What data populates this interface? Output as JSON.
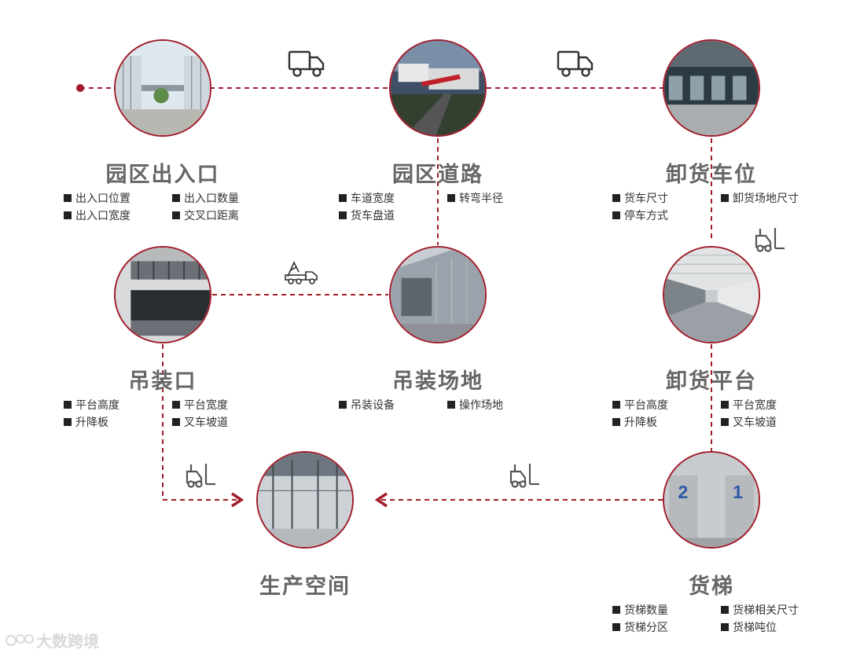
{
  "nodes": [
    {
      "title": "园区出入口",
      "items": [
        "出入口位置",
        "出入口数量",
        "出入口宽度",
        "交叉口距离"
      ]
    },
    {
      "title": "园区道路",
      "items": [
        "车道宽度",
        "转弯半径",
        "货车盘道"
      ]
    },
    {
      "title": "卸货车位",
      "items": [
        "货车尺寸",
        "卸货场地尺寸",
        "停车方式"
      ]
    },
    {
      "title": "吊装口",
      "items": [
        "平台高度",
        "平台宽度",
        "升降板",
        "叉车坡道"
      ]
    },
    {
      "title": "吊装场地",
      "items": [
        "吊装设备",
        "操作场地"
      ]
    },
    {
      "title": "卸货平台",
      "items": [
        "平台高度",
        "平台宽度",
        "升降板",
        "叉车坡道"
      ]
    },
    {
      "title": "生产空间",
      "items": []
    },
    {
      "title": "货梯",
      "items": [
        "货梯数量",
        "货梯相关尺寸",
        "货梯分区",
        "货梯吨位"
      ]
    }
  ],
  "elevator_numbers": [
    "2",
    "1"
  ],
  "icons": [
    "truck-icon",
    "truck-icon",
    "crane-truck-icon",
    "forklift-icon",
    "forklift-icon",
    "forklift-icon"
  ],
  "watermark": "大数跨境",
  "colors": {
    "connector": "#a11d2b",
    "title": "#666666"
  }
}
